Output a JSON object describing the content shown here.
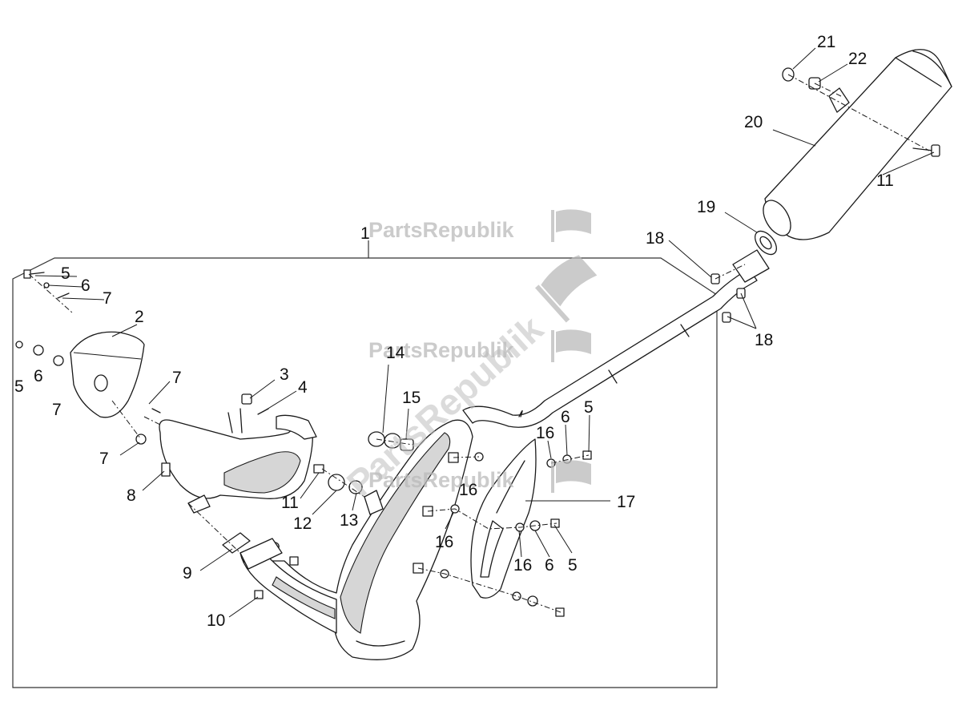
{
  "watermark": {
    "brand": "PartsRepublik"
  },
  "callouts": {
    "c1": "1",
    "c2": "2",
    "c3": "3",
    "c4": "4",
    "c5a": "5",
    "c5b": "5",
    "c5c": "5",
    "c5d": "5",
    "c6a": "6",
    "c6b": "6",
    "c6c": "6",
    "c6d": "6",
    "c7a": "7",
    "c7b": "7",
    "c7c": "7",
    "c7d": "7",
    "c8": "8",
    "c9": "9",
    "c10": "10",
    "c11a": "11",
    "c11b": "11",
    "c12": "12",
    "c13": "13",
    "c14": "14",
    "c15": "15",
    "c16a": "16",
    "c16b": "16",
    "c16c": "16",
    "c16d": "16",
    "c17": "17",
    "c18a": "18",
    "c18b": "18",
    "c19": "19",
    "c20": "20",
    "c21": "21",
    "c22": "22"
  },
  "colors": {
    "line": "#1a1a1a",
    "watermark": "#b9b9b9"
  }
}
